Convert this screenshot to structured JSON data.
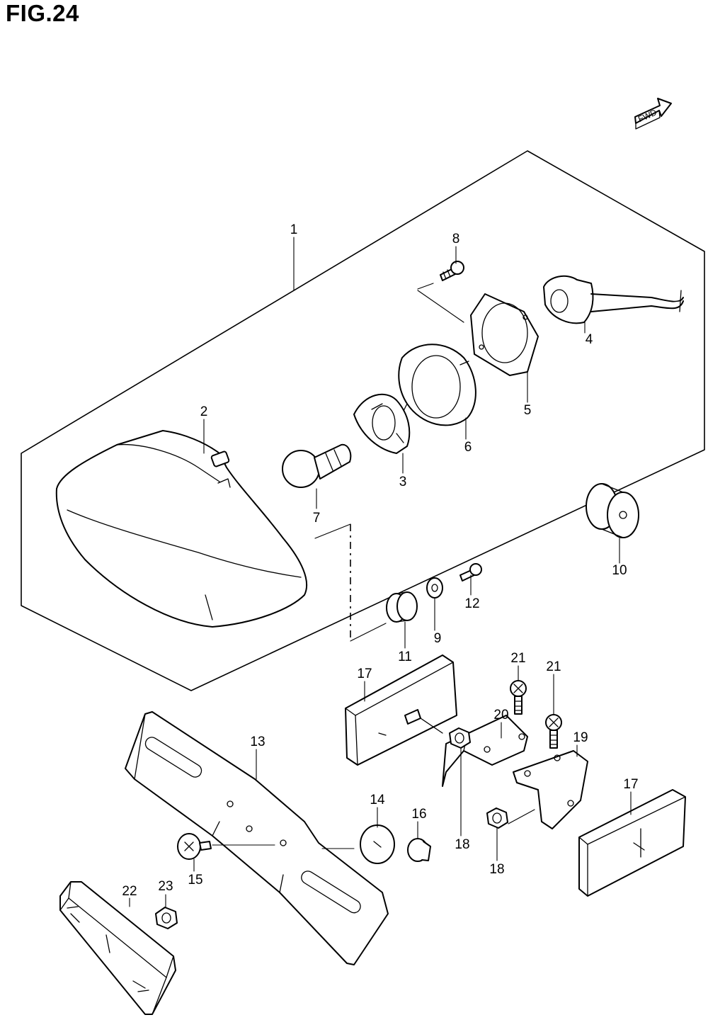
{
  "figure": {
    "title": "FIG.24",
    "fwd_label": "FWD"
  },
  "callouts": {
    "c1": "1",
    "c2": "2",
    "c3": "3",
    "c4": "4",
    "c5": "5",
    "c6": "6",
    "c7": "7",
    "c8": "8",
    "c9": "9",
    "c10": "10",
    "c11": "11",
    "c12": "12",
    "c13": "13",
    "c14": "14",
    "c15": "15",
    "c16": "16",
    "c17a": "17",
    "c17b": "17",
    "c18a": "18",
    "c18b": "18",
    "c19": "19",
    "c20": "20",
    "c21a": "21",
    "c21b": "21",
    "c22": "22",
    "c23": "23"
  }
}
